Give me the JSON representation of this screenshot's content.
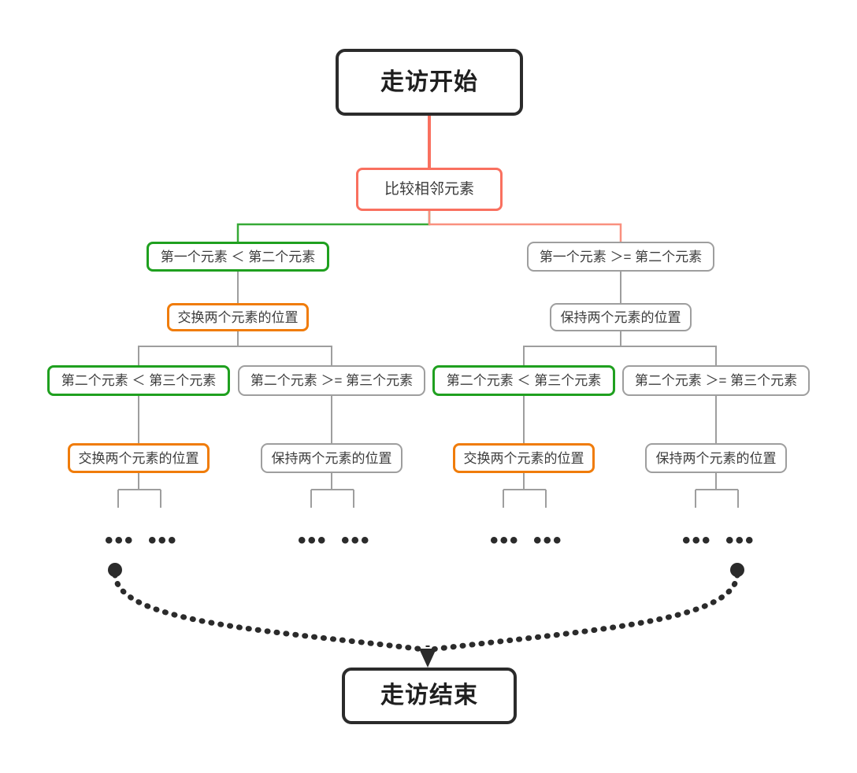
{
  "diagram": {
    "type": "flowchart",
    "title_text": "",
    "colors": {
      "terminal_border": "#2b2b2b",
      "root_border": "#f9705f",
      "true_border": "#1fa01f",
      "false_border": "#9e9e9e",
      "action_border": "#f07c0a",
      "connector_gray": "#9e9e9e",
      "connector_green": "#36a936",
      "connector_salmon": "#f9907f",
      "dotted_edge": "#2b2b2b",
      "text": "#3c3c3c",
      "background": "#ffffff"
    },
    "nodes": {
      "start": {
        "label": "走访开始"
      },
      "compare_root": {
        "label": "比较相邻元素"
      },
      "cond_l1_true": {
        "label": "第一个元素 ＜ 第二个元素"
      },
      "cond_l1_false": {
        "label": "第一个元素 ＞= 第二个元素"
      },
      "action_l1_swap": {
        "label": "交换两个元素的位置"
      },
      "action_l1_keep": {
        "label": "保持两个元素的位置"
      },
      "cond_l2_a": {
        "label": "第二个元素 ＜ 第三个元素"
      },
      "cond_l2_b": {
        "label": "第二个元素 ＞= 第三个元素"
      },
      "cond_l2_c": {
        "label": "第二个元素 ＜ 第三个元素"
      },
      "cond_l2_d": {
        "label": "第二个元素 ＞= 第三个元素"
      },
      "action_l2_a": {
        "label": "交换两个元素的位置"
      },
      "action_l2_b": {
        "label": "保持两个元素的位置"
      },
      "action_l2_c": {
        "label": "交换两个元素的位置"
      },
      "action_l2_d": {
        "label": "保持两个元素的位置"
      },
      "end": {
        "label": "走访结束"
      }
    },
    "ellipses": [
      {
        "label": "•••"
      },
      {
        "label": "•••"
      },
      {
        "label": "•••"
      },
      {
        "label": "•••"
      },
      {
        "label": "•••"
      },
      {
        "label": "•••"
      },
      {
        "label": "•••"
      },
      {
        "label": "•••"
      }
    ]
  }
}
